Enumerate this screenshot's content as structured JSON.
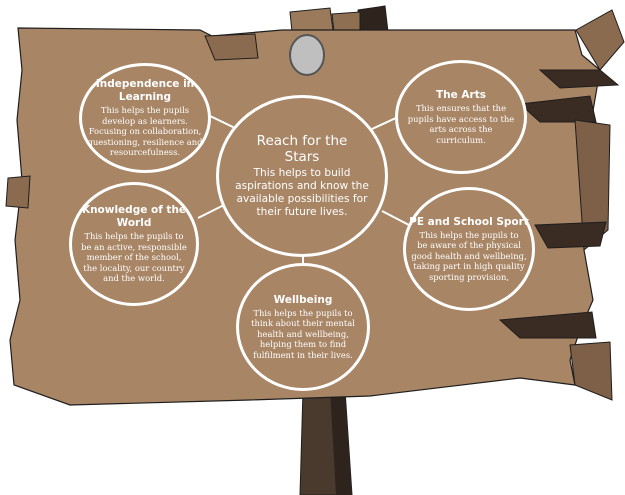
{
  "colors": {
    "board": "#a88565",
    "board_outline": "#1e1e1e",
    "post": "#4a3a2e",
    "post_shadow": "#2f241d",
    "nail": "#bfbfbf",
    "circle_stroke": "#ffffff",
    "text": "#ffffff"
  },
  "center": {
    "title": "Reach for the\nStars",
    "body": "This  helps to build\naspirations and know the\navailable possibilities for\ntheir future lives."
  },
  "nodes": {
    "independence": {
      "title": "Independence in\nLearning",
      "body": "This helps the pupils\ndevelop as learners.\nFocusing on collaboration,\nquestioning, resilience and\nresourcefulness."
    },
    "arts": {
      "title": "The Arts",
      "body": "This ensures that the\npupils have access to the\narts across the\ncurriculum."
    },
    "knowledge": {
      "title": "Knowledge of the\nWorld",
      "body": "This helps the pupils to\nbe an active, responsible\nmember of the school,\nthe locality, our country\nand the world."
    },
    "pe": {
      "title": "PE and School Sport",
      "body": "This helps the pupils to\nbe aware of the physical\ngood health and wellbeing,\ntaking part in high quality\nsporting provision,"
    },
    "wellbeing": {
      "title": "Wellbeing",
      "body": "This helps the pupils to\nthink about their mental\nhealth and wellbeing,\nhelping them to find\nfulfilment in their lives."
    }
  }
}
